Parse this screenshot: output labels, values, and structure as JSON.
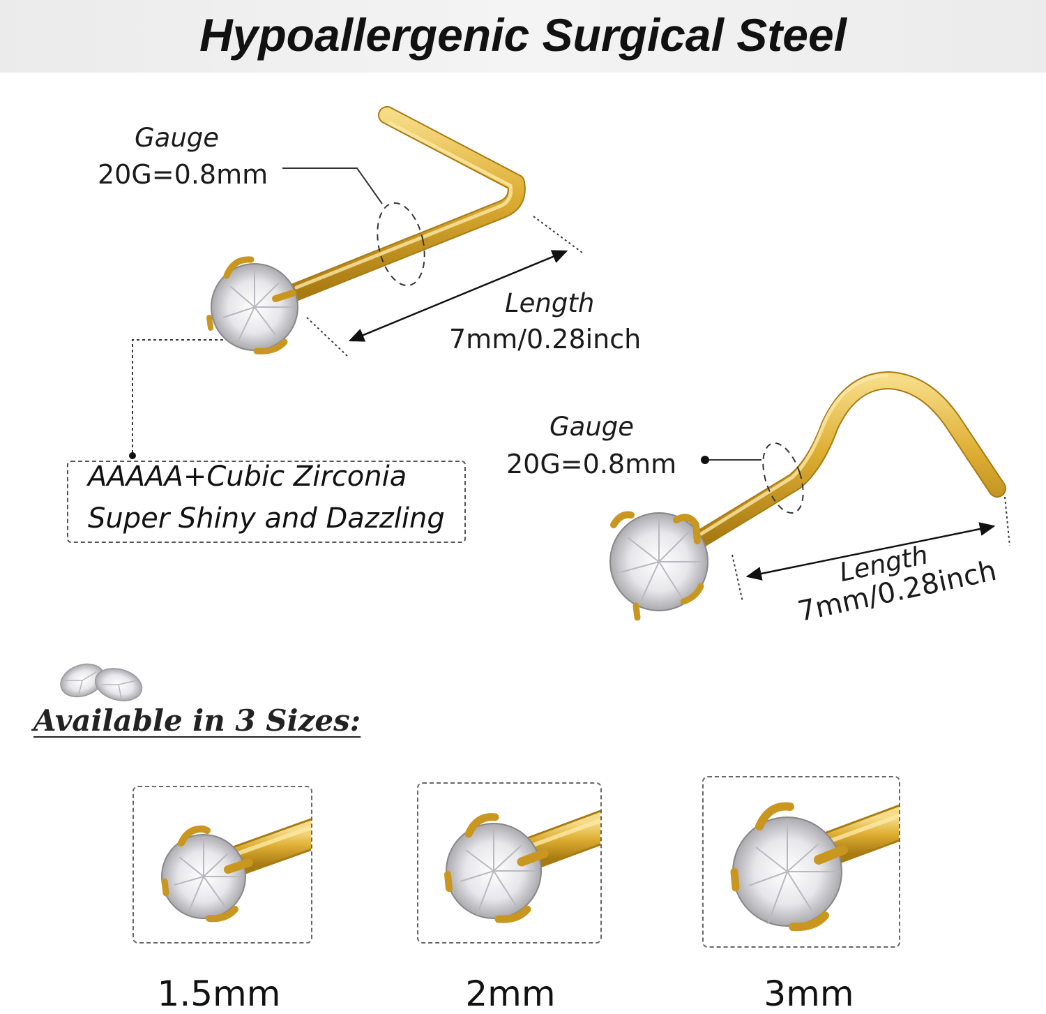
{
  "banner": {
    "title": "Hypoallergenic Surgical Steel"
  },
  "l_stud": {
    "gauge_label": "Gauge",
    "gauge_value": "20G=0.8mm",
    "length_label": "Length",
    "length_value": "7mm/0.28inch"
  },
  "screw_stud": {
    "gauge_label": "Gauge",
    "gauge_value": "20G=0.8mm",
    "length_label": "Length",
    "length_value": "7mm/0.28inch"
  },
  "zirconia": {
    "line1": "AAAAA+Cubic Zirconia",
    "line2": "Super Shiny and Dazzling"
  },
  "sizes": {
    "heading": "Available in 3 Sizes:",
    "items": [
      {
        "label": "1.5mm"
      },
      {
        "label": "2mm"
      },
      {
        "label": "3mm"
      }
    ]
  },
  "colors": {
    "gold": "#d9a92e",
    "gold_light": "#f4d77a",
    "gold_dark": "#a87a12"
  }
}
